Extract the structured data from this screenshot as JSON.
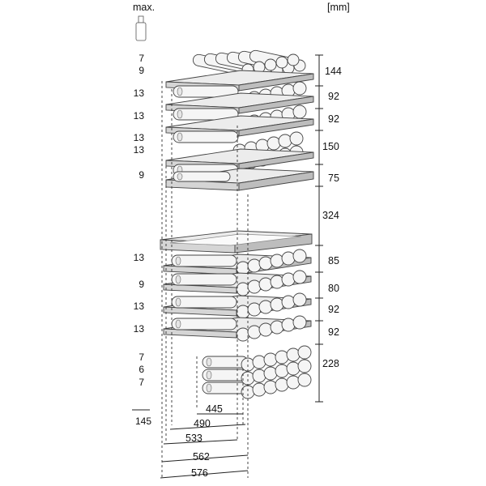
{
  "header": {
    "max_label": "max.",
    "unit_label": "[mm]"
  },
  "left_counts": [
    "7",
    "9",
    "13",
    "13",
    "13",
    "13",
    "9",
    "13",
    "9",
    "13",
    "13",
    "7",
    "6",
    "7"
  ],
  "bottom_left_value": "145",
  "right_heights": [
    "144",
    "92",
    "92",
    "150",
    "75",
    "324",
    "85",
    "80",
    "92",
    "92",
    "228"
  ],
  "depth_values": [
    "445",
    "490",
    "533",
    "562",
    "576"
  ],
  "icons": {
    "bottle": "wine-bottle-icon"
  },
  "colors": {
    "line": "#222222",
    "bottle_fill": "#f5f5f5",
    "shelf_front": "#d5d5d5"
  }
}
